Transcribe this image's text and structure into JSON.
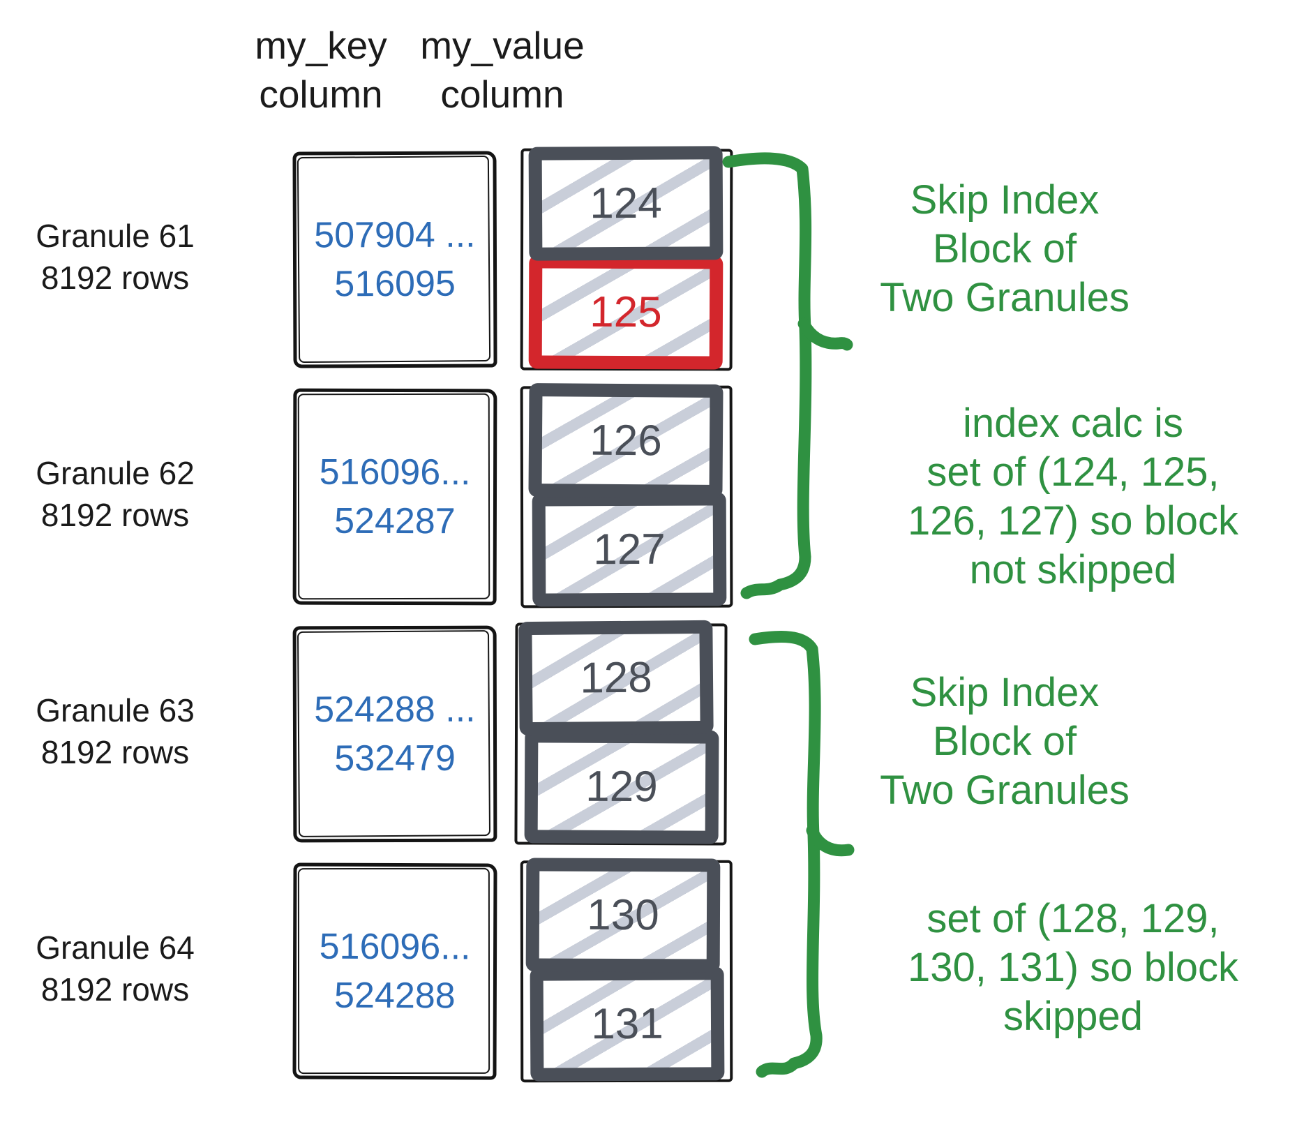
{
  "headers": {
    "key": "my_key\ncolumn",
    "value": "my_value\ncolumn"
  },
  "granules": [
    {
      "label": "Granule 61\n8192 rows",
      "key_range": "507904 ...\n516095",
      "blocks": [
        {
          "num": "124",
          "highlighted": false
        },
        {
          "num": "125",
          "highlighted": true
        }
      ]
    },
    {
      "label": "Granule 62\n8192 rows",
      "key_range": "516096...\n524287",
      "blocks": [
        {
          "num": "126",
          "highlighted": false
        },
        {
          "num": "127",
          "highlighted": false
        }
      ]
    },
    {
      "label": "Granule 63\n8192 rows",
      "key_range": "524288 ...\n532479",
      "blocks": [
        {
          "num": "128",
          "highlighted": false
        },
        {
          "num": "129",
          "highlighted": false
        }
      ]
    },
    {
      "label": "Granule 64\n8192 rows",
      "key_range": "516096...\n524288",
      "blocks": [
        {
          "num": "130",
          "highlighted": false
        },
        {
          "num": "131",
          "highlighted": false
        }
      ]
    }
  ],
  "annotations": [
    {
      "title": "Skip Index\nBlock of\nTwo Granules",
      "detail": "index calc is\nset of (124, 125,\n126, 127) so block\nnot skipped"
    },
    {
      "title": "Skip Index\nBlock of\nTwo Granules",
      "detail": "set of (128, 129,\n130, 131) so block\nskipped"
    }
  ],
  "colors": {
    "accent_green": "#2f9141",
    "key_text_blue": "#2d6cb7",
    "highlight_red": "#d3262c",
    "block_border_slate": "#4a4f58",
    "hatch_gray": "#c9ced9",
    "ink_black": "#141414"
  }
}
